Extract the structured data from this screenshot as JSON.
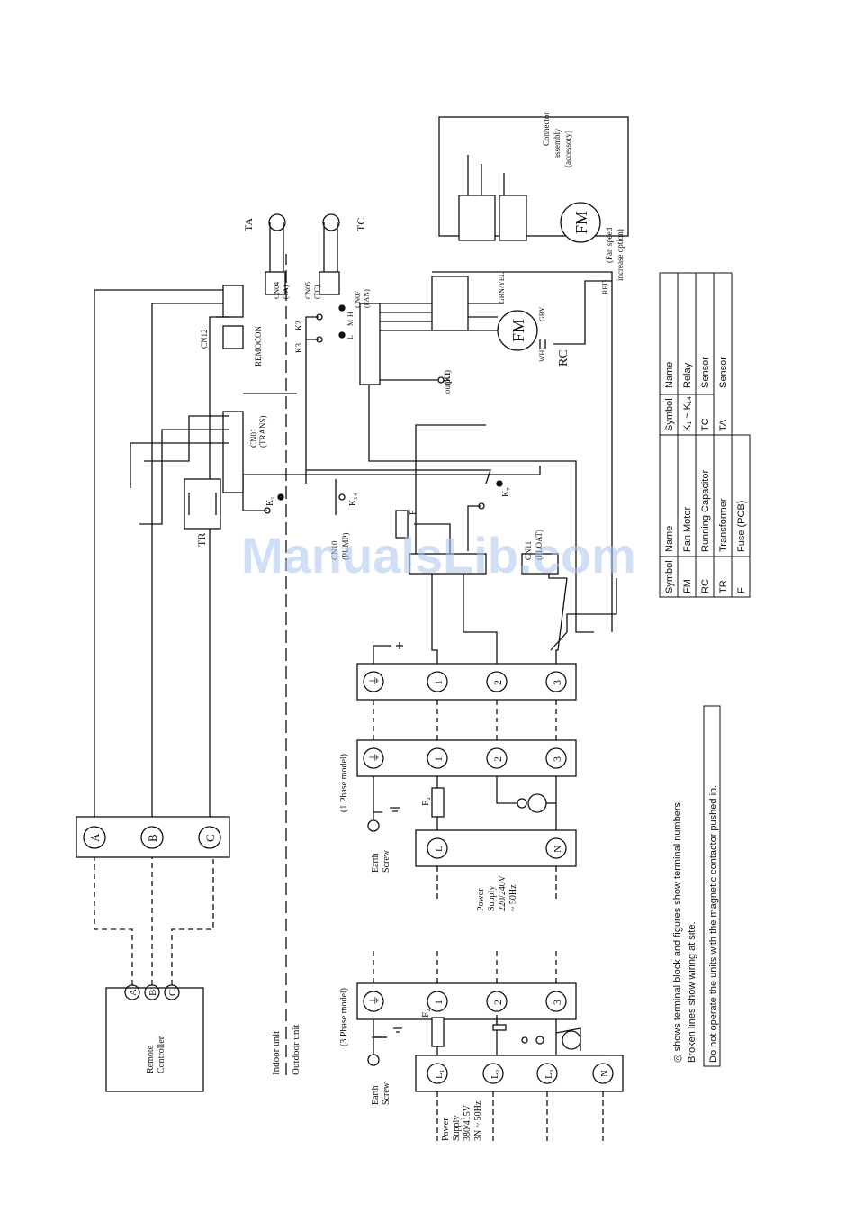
{
  "diagram": {
    "labels": {
      "remote_controller": [
        "Remote",
        "Controller"
      ],
      "indoor_unit": "Indoor unit",
      "outdoor_unit": "Outdoor unit",
      "three_phase_model": "(3 Phase model)",
      "one_phase_model": "(1 Phase model)",
      "earth_screw_3p": [
        "Earth",
        "Screw"
      ],
      "earth_screw_1p": [
        "Earth",
        "Screw"
      ],
      "power_supply_3p": [
        "Power",
        "Supply",
        "380/415V",
        "3N ~ 50Hz"
      ],
      "power_supply_1p": [
        "Power",
        "Supply",
        "220/240V",
        "~ 50Hz"
      ],
      "connector_assembly": [
        "Connector",
        "assembly",
        "(accessory)"
      ],
      "fan_speed_option": [
        "(Fan speed",
        "increase option)"
      ],
      "k1_output": [
        "(K1",
        "output)"
      ],
      "TA": "TA",
      "TC": "TC",
      "TR": "TR",
      "RC": "RC",
      "FM": "FM",
      "F": "F",
      "F2": "F₂",
      "K1": "K₁",
      "K2": "K2",
      "K3": "K3",
      "K7": "K₇",
      "K14": "K₁₄",
      "H": "H",
      "M": "M",
      "L": "L",
      "RED": "RED",
      "GRN_YEL": "GRN/YEL",
      "GRY": "GRY",
      "WHI": "WHI",
      "remocon": "REMOCON"
    },
    "connectors": {
      "cn01": [
        "CN01",
        "(TRANS)"
      ],
      "cn04": [
        "CN04",
        "(TA)"
      ],
      "cn05": [
        "CN05",
        "(TC)"
      ],
      "cn07": [
        "CN07",
        "(FAN)"
      ],
      "cn10": [
        "CN10",
        "(PUMP)"
      ],
      "cn11": [
        "CN11",
        "(FLOAT)"
      ],
      "cn12": "CN12"
    },
    "terminals": {
      "remote_bus": [
        "A",
        "B",
        "C"
      ],
      "remote_ctrl": [
        "A",
        "B",
        "C"
      ],
      "indoor_block": [
        "⏚",
        "1",
        "2",
        "3"
      ],
      "one_phase_block": [
        "⏚",
        "1",
        "2",
        "3"
      ],
      "one_phase_supply": [
        "L",
        "N"
      ],
      "three_phase_block": [
        "⏚",
        "1",
        "2",
        "3"
      ],
      "three_phase_supply": [
        "L₁",
        "L₂",
        "L₃",
        "N"
      ]
    }
  },
  "symbol_table": {
    "headers": [
      "Symbol",
      "Name",
      "Symbol",
      "Name"
    ],
    "rows": [
      [
        "FM",
        "Fan Motor",
        "K₁ ~ K₁₄",
        "Relay"
      ],
      [
        "RC",
        "Running Capacitor",
        "TC",
        "Sensor"
      ],
      [
        "TR",
        "Transformer",
        "TA",
        "Sensor"
      ],
      [
        "F",
        "Fuse (PCB)",
        "",
        ""
      ]
    ]
  },
  "notes": {
    "line1": "◎ shows terminal block and figures show terminal numbers.",
    "line2": "Broken lines show wiring at site.",
    "warning": "Do not operate the units with the magnetic contactor pushed in."
  },
  "watermark": "ManualsLib.com"
}
